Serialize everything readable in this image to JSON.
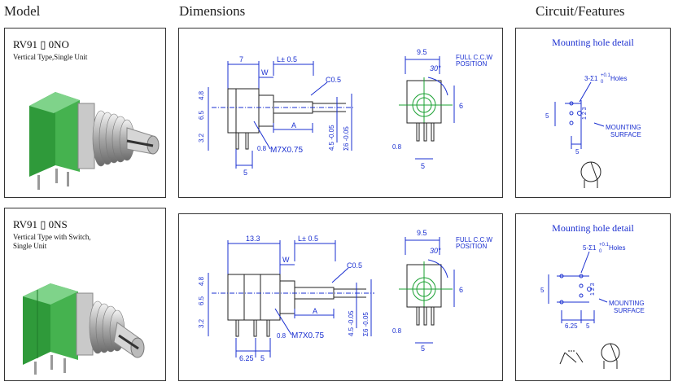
{
  "headers": {
    "model": "Model",
    "dimensions": "Dimensions",
    "circuit": "Circuit/Features"
  },
  "rows": [
    {
      "model": {
        "title": "RV91 ▯ 0NO",
        "desc_lines": [
          "Vertical Type,Single Unit"
        ]
      },
      "dims": {
        "w1": "7",
        "len": "L± 0.5",
        "w": "W",
        "c": "C0.5",
        "a": "A",
        "h1": "4.8",
        "h2": "6.5",
        "h3": "3.2",
        "thread": "M7X0.75",
        "t08": "0.8",
        "t5": "5",
        "d45": "4.5 -0.05",
        "d6": "Σ6 -0.05",
        "top95": "9.5",
        "angle": "30°",
        "full": "FULL C.C.W",
        "pos": "POSITION",
        "s6": "6",
        "s08": "0.8",
        "s5": "5"
      },
      "circuit": {
        "title": "Mounting hole detail",
        "holes": "3-Σ1",
        "holes_sup": "+0.1",
        "holes_sub": "0",
        "holes_end": "Holes",
        "v5": "5",
        "h5": "5",
        "pins": "1 2 3",
        "ms1": "MOUNTING",
        "ms2": "SURFACE"
      }
    },
    {
      "model": {
        "title": "RV91 ▯ 0NS",
        "desc_lines": [
          "Vertical Type with Switch,",
          "Single Unit"
        ]
      },
      "dims": {
        "w1": "13.3",
        "len": "L± 0.5",
        "w": "W",
        "c": "C0.5",
        "a": "A",
        "h1": "4.8",
        "h2": "6.5",
        "h3": "3.2",
        "thread": "M7X0.75",
        "t08": "0.8",
        "t625": "6.25",
        "t5": "5",
        "d45": "4.5 -0.05",
        "d6": "Σ6 -0.05",
        "top95": "9.5",
        "angle": "30°",
        "full": "FULL C.C.W",
        "pos": "POSITION",
        "s6": "6",
        "s08": "0.8",
        "s5": "5"
      },
      "circuit": {
        "title": "Mounting hole detail",
        "holes": "5-Σ1",
        "holes_sup": "+0.1",
        "holes_sub": "0",
        "holes_end": "Holes",
        "v5": "5",
        "h625": "6.25",
        "h5": "5",
        "pins": "1 2 3",
        "ms1": "MOUNTING",
        "ms2": "SURFACE"
      }
    }
  ]
}
